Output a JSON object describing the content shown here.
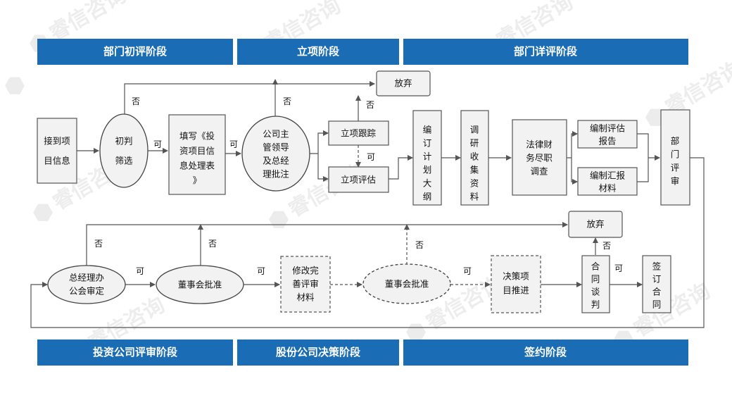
{
  "watermark": "睿信咨询",
  "stages_top": [
    "部门初评阶段",
    "立项阶段",
    "部门详评阶段"
  ],
  "stages_bottom": [
    "投资公司评审阶段",
    "股份公司决策阶段",
    "签约阶段"
  ],
  "nodes": {
    "receive_info": "接到项目信息",
    "initial_screen": "初判筛选",
    "fill_form": "填写《投资项目信息处理表》",
    "mgr_approve": "公司主管领导及总经理批注",
    "track": "立项跟踪",
    "evaluate": "立项评估",
    "abandon_top": "放弃",
    "outline": "编订计划大纲",
    "collect": "调研收集资料",
    "due_diligence": "法律财务尽职调查",
    "eval_report": "编制评估报告",
    "summary_report": "编制汇报材料",
    "dept_review": "部门评审",
    "gm_review": "总经理办公会审定",
    "board1": "董事会批准",
    "revise": "修改完善评审材料",
    "board2": "董事会批准",
    "decision": "决策项目推进",
    "negotiate": "合同谈判",
    "sign": "签订合同",
    "abandon_bottom": "放弃"
  },
  "labels": {
    "yes": "可",
    "no": "否"
  }
}
